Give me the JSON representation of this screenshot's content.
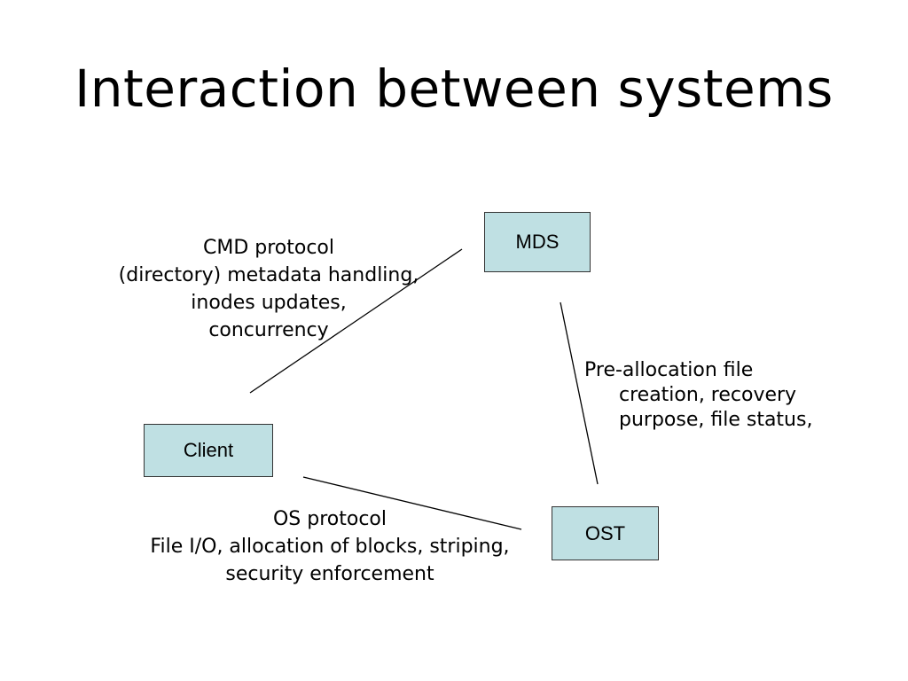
{
  "title": "Interaction between systems",
  "colors": {
    "node_fill": "#bfe0e3",
    "node_border": "#333333",
    "line": "#000000"
  },
  "nodes": {
    "mds": "MDS",
    "client": "Client",
    "ost": "OST"
  },
  "labels": {
    "cmd": [
      "CMD protocol",
      "(directory) metadata handling,",
      "inodes updates,",
      "concurrency"
    ],
    "os": [
      "OS protocol",
      "File I/O, allocation of blocks, striping,",
      "security enforcement"
    ],
    "prealloc": [
      "Pre-allocation file",
      "creation, recovery",
      "purpose, file status,"
    ]
  }
}
